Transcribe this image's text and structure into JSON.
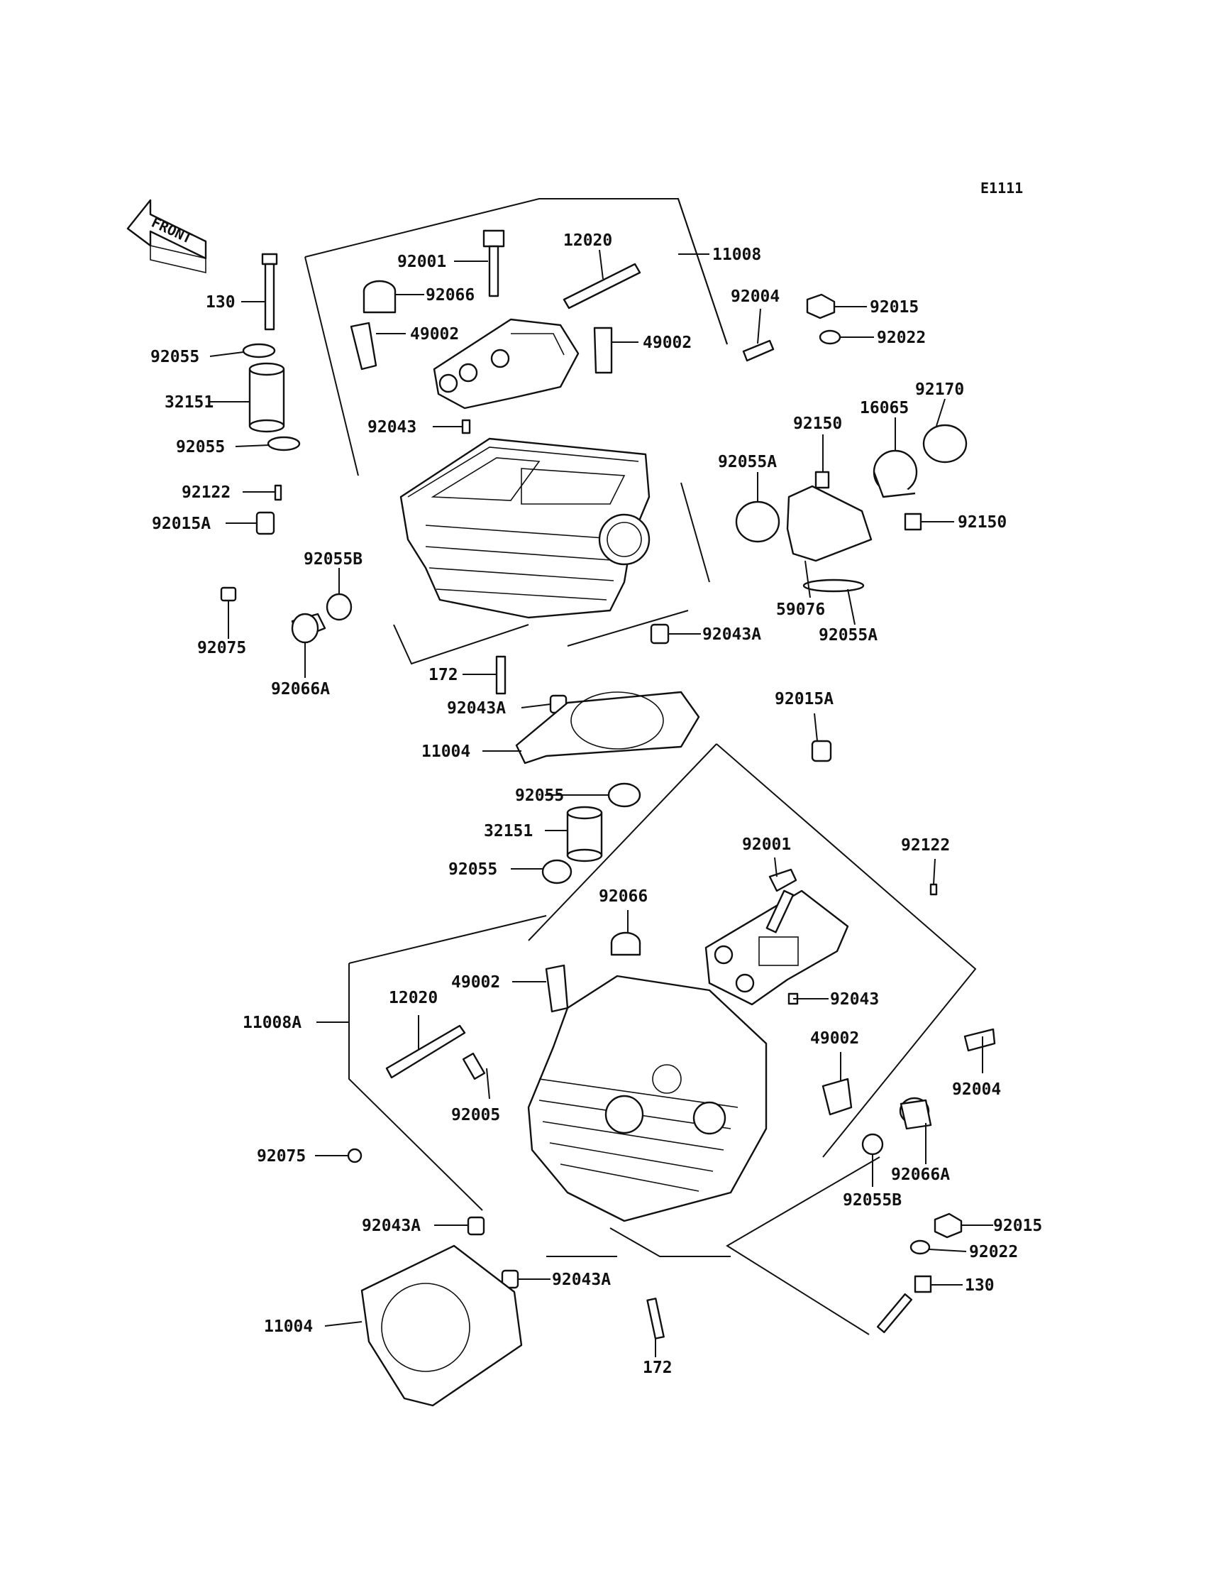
{
  "page": {
    "code": "E1111",
    "front_arrow": "FRONT"
  },
  "labels": {
    "l130": "130",
    "l92055a": "92055",
    "l32151a": "32151",
    "l92055b": "92055",
    "l92122a": "92122",
    "l92015Aa": "92015A",
    "l92075a": "92075",
    "l92066Aa": "92066A",
    "l92055Ba": "92055B",
    "l92001a": "92001",
    "l92066a": "92066",
    "l49002a": "49002",
    "l12020a": "12020",
    "l11008": "11008",
    "l49002b": "49002",
    "l92043a": "92043",
    "l92004a": "92004",
    "l92015a": "92015",
    "l92022a": "92022",
    "l92170": "92170",
    "l16065": "16065",
    "l92150a": "92150",
    "l92055Ac": "92055A",
    "l92150b": "92150",
    "l59076": "59076",
    "l92055Ad": "92055A",
    "l92043Aa": "92043A",
    "l172a": "172",
    "l92043Ab": "92043A",
    "l11004a": "11004",
    "l92015Ab": "92015A",
    "l92055c": "92055",
    "l32151b": "32151",
    "l92055d": "92055",
    "l92001b": "92001",
    "l92122b": "92122",
    "l92066b": "92066",
    "l49002c": "49002",
    "l12020b": "12020",
    "l11008A": "11008A",
    "l92043b": "92043",
    "l49002d": "49002",
    "l92005": "92005",
    "l92004b": "92004",
    "l92075b": "92075",
    "l92066Ab": "92066A",
    "l92055Bb": "92055B",
    "l92043Ac": "92043A",
    "l92015b": "92015",
    "l92022b": "92022",
    "l92043Ad": "92043A",
    "l130b": "130",
    "l11004b": "11004",
    "l172b": "172"
  }
}
